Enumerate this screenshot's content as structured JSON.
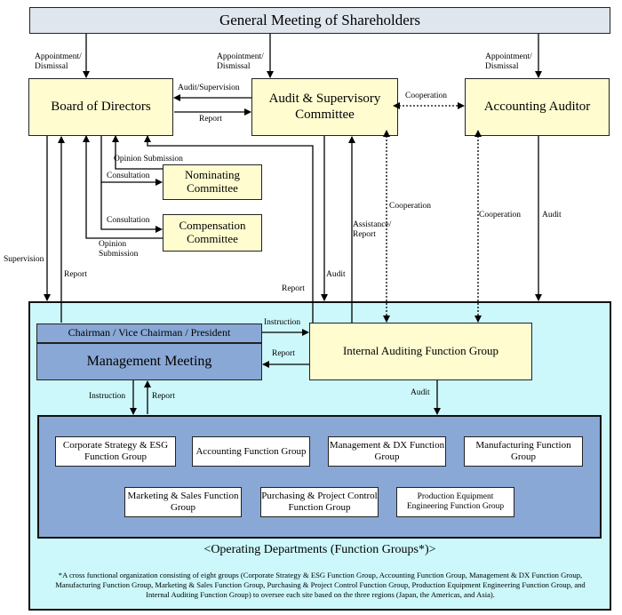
{
  "nodes": {
    "general_meeting": "General Meeting of Shareholders",
    "board": "Board of Directors",
    "audit_committee": "Audit & Supervisory Committee",
    "accounting_auditor": "Accounting Auditor",
    "nominating": "Nominating Committee",
    "compensation": "Compensation Committee",
    "chairman": "Chairman / Vice Chairman / President",
    "management_meeting": "Management Meeting",
    "internal_auditing": "Internal Auditing Function Group"
  },
  "function_groups": [
    "Corporate Strategy & ESG Function Group",
    "Accounting Function Group",
    "Management & DX Function Group",
    "Manufacturing Function Group",
    "Marketing & Sales Function Group",
    "Purchasing & Project Control Function Group",
    "Production Equipment Engineering Function Group"
  ],
  "labels": {
    "appointment_dismissal": "Appointment/ Dismissal",
    "audit_supervision": "Audit/Supervision",
    "report": "Report",
    "cooperation": "Cooperation",
    "opinion_submission": "Opinion Submission",
    "consultation": "Consultation",
    "supervision": "Supervision",
    "audit": "Audit",
    "assistance_report": "Assistance/ Report",
    "instruction": "Instruction"
  },
  "operating_departments_title": "<Operating Departments (Function Groups*)>",
  "footnote": "*A cross functional organization consisting of eight groups (Corporate Strategy & ESG Function Group, Accounting Function Group, Management & DX Function Group, Manufacturing Function Group, Marketing & Sales Function Group, Purchasing & Project Control Function Group, Production Equipment Engineering Function Group, and Internal Auditing Function Group) to oversee each site based on the three regions (Japan, the Americas, and Asia)."
}
